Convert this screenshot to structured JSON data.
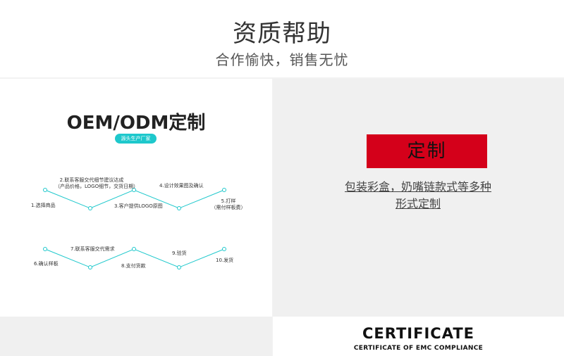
{
  "header": {
    "title": "资质帮助",
    "subtitle": "合作愉快，销售无忧"
  },
  "left_panel": {
    "heading": "OEM/ODM定制",
    "badge": "源头生产厂家",
    "steps": {
      "s1": "1.选择商品",
      "s2_line1": "2.联系客服交代细节建议达成",
      "s2_line2": "（产品价格，LOGO细节，交货日期）",
      "s3": "3.客户提供LOGO原图",
      "s4": "4.设计效果图及确认",
      "s5_line1": "5.打样",
      "s5_line2": "（需付样板费）",
      "s6": "6.确认样板",
      "s7": "7.联系客服交代需求",
      "s8": "8.支付货款",
      "s9": "9.验货",
      "s10": "10.发货"
    },
    "line_color": "#1ec8cc"
  },
  "right_panel": {
    "button_label": "定制",
    "description": "包装彩盒，奶嘴链款式等多种形式定制",
    "accent_color": "#d4001a"
  },
  "certificate": {
    "title": "CERTIFICATE",
    "subtitle": "CERTIFICATE OF EMC COMPLIANCE"
  }
}
